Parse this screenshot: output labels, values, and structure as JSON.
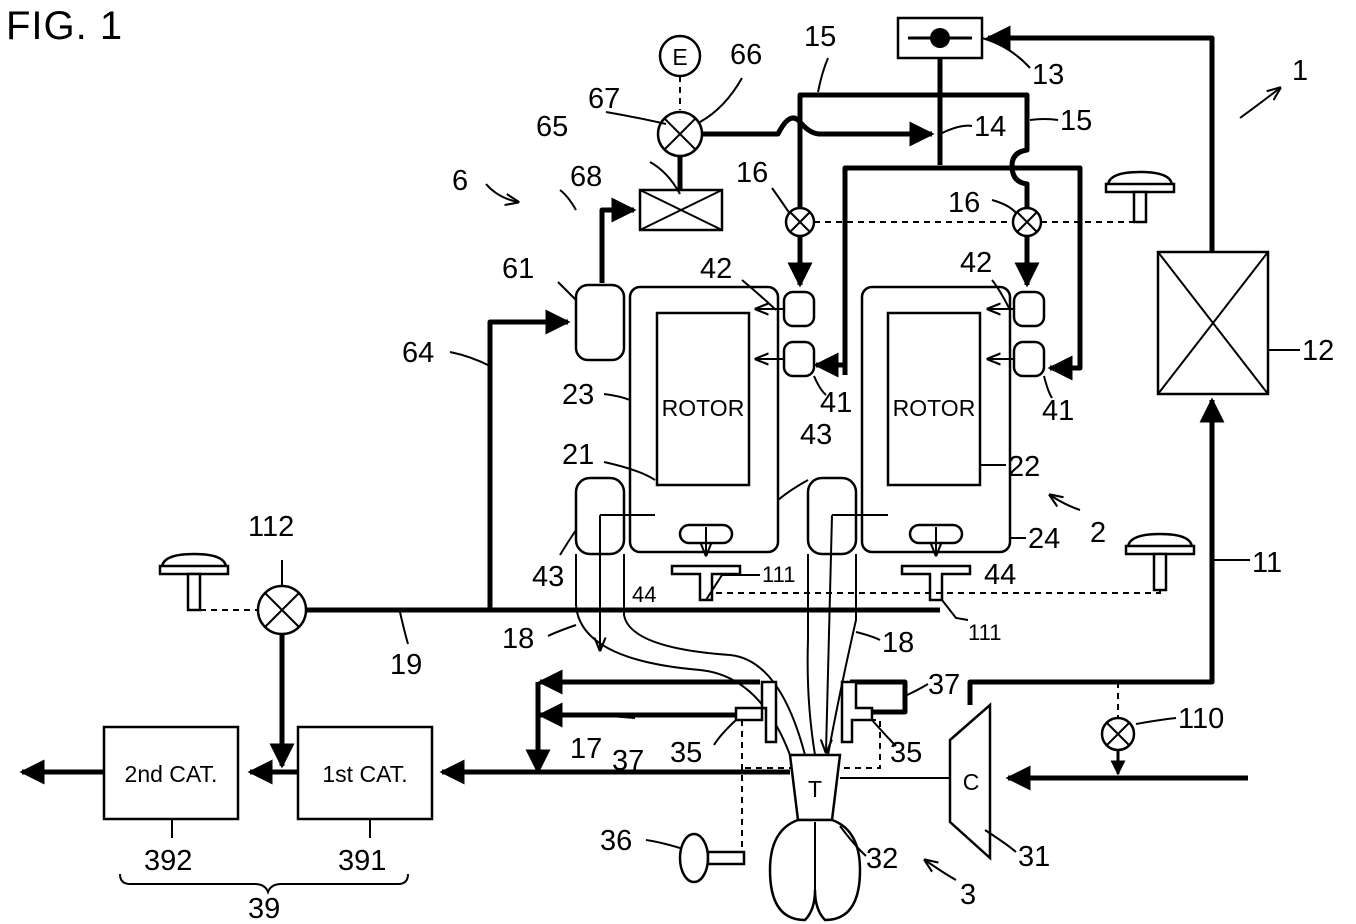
{
  "figure": {
    "title": "FIG. 1"
  },
  "components": {
    "rotor_left": "ROTOR",
    "rotor_right": "ROTOR",
    "e_symbol": "E",
    "turbine": "T",
    "compressor": "C",
    "cat1": "1st CAT.",
    "cat2": "2nd CAT."
  },
  "refs": {
    "r1": "1",
    "r2": "2",
    "r3": "3",
    "r6": "6",
    "r11": "11",
    "r12": "12",
    "r13": "13",
    "r14": "14",
    "r15a": "15",
    "r15b": "15",
    "r16a": "16",
    "r16b": "16",
    "r17": "17",
    "r18a": "18",
    "r18b": "18",
    "r19": "19",
    "r21": "21",
    "r22": "22",
    "r23": "23",
    "r24": "24",
    "r31": "31",
    "r32": "32",
    "r35a": "35",
    "r35b": "35",
    "r36": "36",
    "r37a": "37",
    "r37b": "37",
    "r39": "39",
    "r41a": "41",
    "r41b": "41",
    "r42a": "42",
    "r42b": "42",
    "r43a": "43",
    "r43b": "43",
    "r44a": "44",
    "r44b": "44",
    "r61": "61",
    "r64": "64",
    "r65": "65",
    "r66": "66",
    "r67": "67",
    "r68": "68",
    "r110": "110",
    "r111a": "111",
    "r111b": "111",
    "r112": "112",
    "r391": "391",
    "r392": "392"
  }
}
